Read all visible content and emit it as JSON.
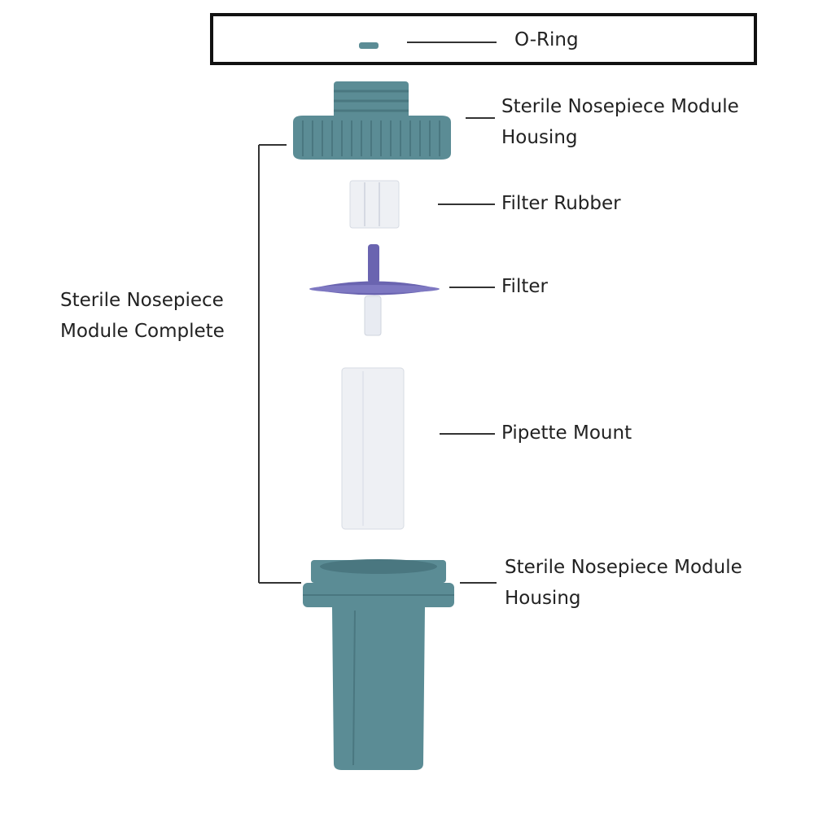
{
  "labels": {
    "o_ring": "O-Ring",
    "housing_top": [
      "Sterile Nosepiece Module",
      "Housing"
    ],
    "filter_rubber": "Filter Rubber",
    "filter": "Filter",
    "pipette_mount": "Pipette Mount",
    "housing_bottom": [
      "Sterile Nosepiece Module",
      "Housing"
    ],
    "complete": [
      "Sterile Nosepiece",
      "Module Complete"
    ]
  },
  "colors": {
    "housing": "#5b8c95",
    "housing_dark": "#4a7780",
    "filter": "#6a64b0",
    "mount": "#eef0f4",
    "line": "#333333"
  }
}
